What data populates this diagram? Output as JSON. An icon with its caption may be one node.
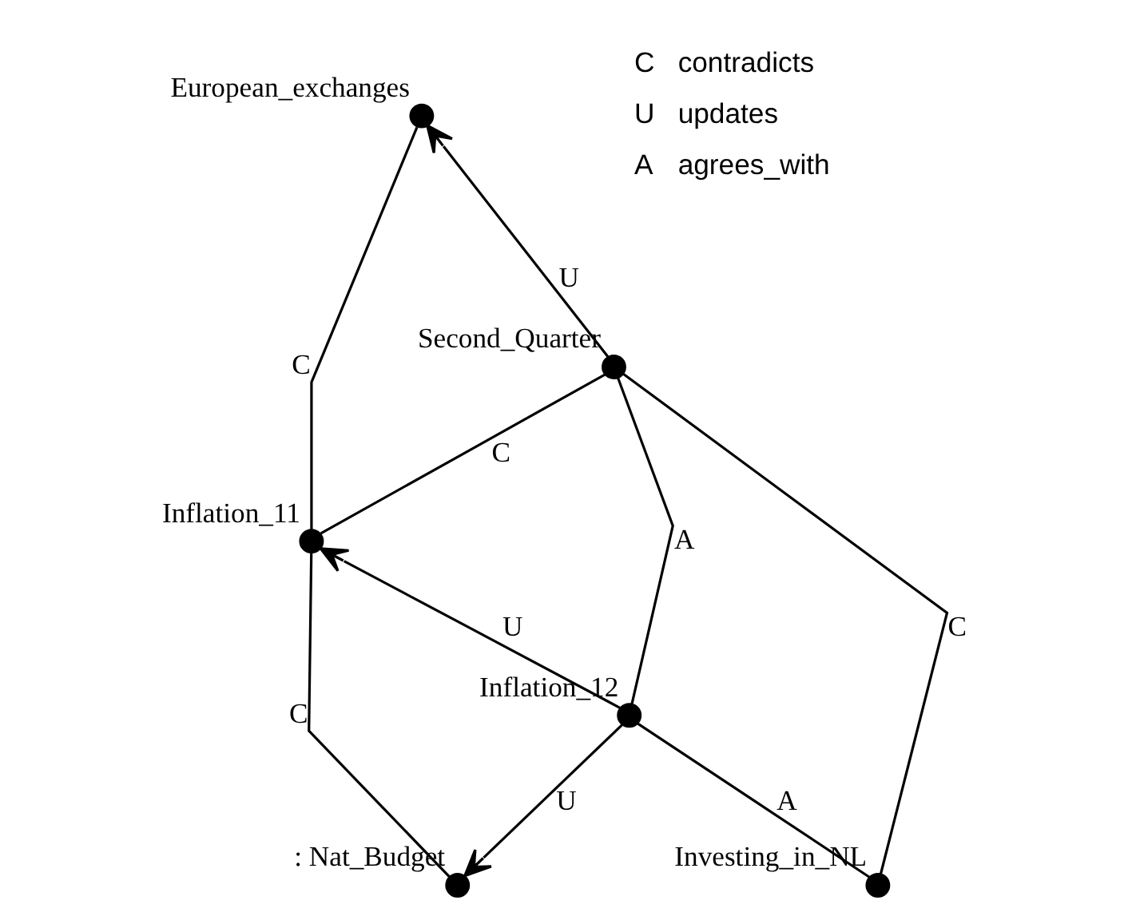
{
  "diagram": {
    "nodes": [
      {
        "text": [
          "European_exchanges"
        ]
      },
      {
        "text": [
          "Second_Quarter"
        ]
      },
      {
        "text": [
          "Inflation_11"
        ]
      },
      {
        "text": [
          "Inflation_12"
        ]
      },
      {
        "text": [
          ": Nat_Budget"
        ]
      },
      {
        "text": [
          "Investing_in_NL"
        ]
      }
    ],
    "edges": [
      {
        "from": 2,
        "to": 0,
        "arrow": "none",
        "label": "C"
      },
      {
        "from": 1,
        "to": 0,
        "arrow": "to",
        "label": "U"
      },
      {
        "from": 2,
        "to": 1,
        "arrow": "none",
        "label": "C"
      },
      {
        "from": 3,
        "to": 1,
        "arrow": "none",
        "label": "A"
      },
      {
        "from": 3,
        "to": 2,
        "arrow": "to",
        "label": "U"
      },
      {
        "from": 2,
        "to": 4,
        "arrow": "none",
        "label": "C"
      },
      {
        "from": 3,
        "to": 4,
        "arrow": "to",
        "label": "U"
      },
      {
        "from": 3,
        "to": 5,
        "arrow": "none",
        "label": "A"
      },
      {
        "from": 5,
        "to": 1,
        "arrow": "none",
        "label": "C"
      }
    ],
    "labels": [
      "C",
      "contradicts",
      "U",
      "updates",
      "A",
      "agrees_with"
    ]
  }
}
